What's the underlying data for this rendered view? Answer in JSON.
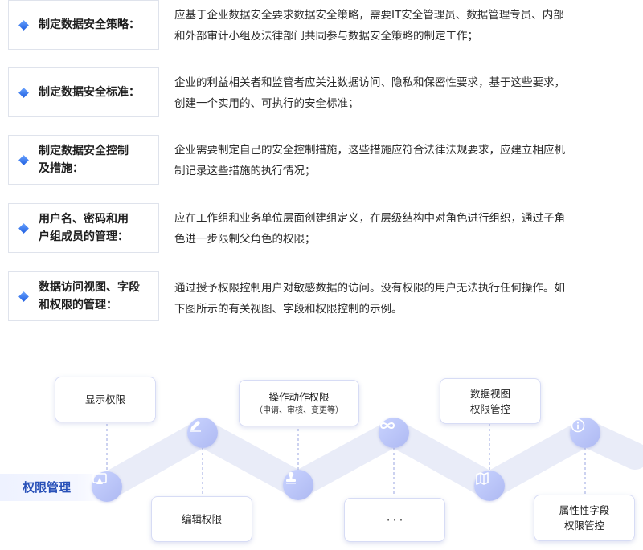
{
  "strategy": {
    "rows": [
      {
        "title_lines": [
          "制定数据安全策略："
        ],
        "desc_lines": [
          "应基于企业数据安全要求数据安全策略，需要IT安全管理员、数据管理专员、内部",
          "和外部审计小组及法律部门共同参与数据安全策略的制定工作；"
        ]
      },
      {
        "title_lines": [
          "制定数据安全标准："
        ],
        "desc_lines": [
          "企业的利益相关者和监管者应关注数据访问、隐私和保密性要求，基于这些要求，",
          "创建一个实用的、可执行的安全标准；"
        ]
      },
      {
        "title_lines": [
          "制定数据安全控制",
          "及措施："
        ],
        "desc_lines": [
          "企业需要制定自己的安全控制措施，这些措施应符合法律法规要求，应建立相应机",
          "制记录这些措施的执行情况；"
        ]
      },
      {
        "title_lines": [
          "用户名、密码和用",
          "户组成员的管理："
        ],
        "desc_lines": [
          "应在工作组和业务单位层面创建组定义，在层级结构中对角色进行组织，通过子角",
          "色进一步限制父角色的权限；"
        ]
      },
      {
        "title_lines": [
          "数据访问视图、字段",
          "和权限的管理："
        ],
        "desc_lines": [
          "通过授予权限控制用户对敏感数据的访问。没有权限的用户无法执行任何操作。如",
          "下图所示的有关视图、字段和权限控制的示例。"
        ]
      }
    ]
  },
  "diagram": {
    "root_label": "权限管理",
    "nodes": {
      "display": {
        "line1": "显示权限"
      },
      "edit": {
        "line1": "编辑权限"
      },
      "action": {
        "line1": "操作动作权限",
        "line2": "（申请、审核、变更等）"
      },
      "more": {
        "line1": "· · ·"
      },
      "view": {
        "line1": "数据视图",
        "line2": "权限管控"
      },
      "field": {
        "line1": "属性性字段",
        "line2": "权限管控"
      }
    },
    "icons": [
      "screen-icon",
      "pencil-icon",
      "stamp-icon",
      "infinity-icon",
      "book-icon",
      "info-icon"
    ],
    "colors": {
      "accent": "#2850b8",
      "circle": "#b8c2f5",
      "band": "#e9ecf8",
      "card_border": "#d7dcf5"
    }
  }
}
